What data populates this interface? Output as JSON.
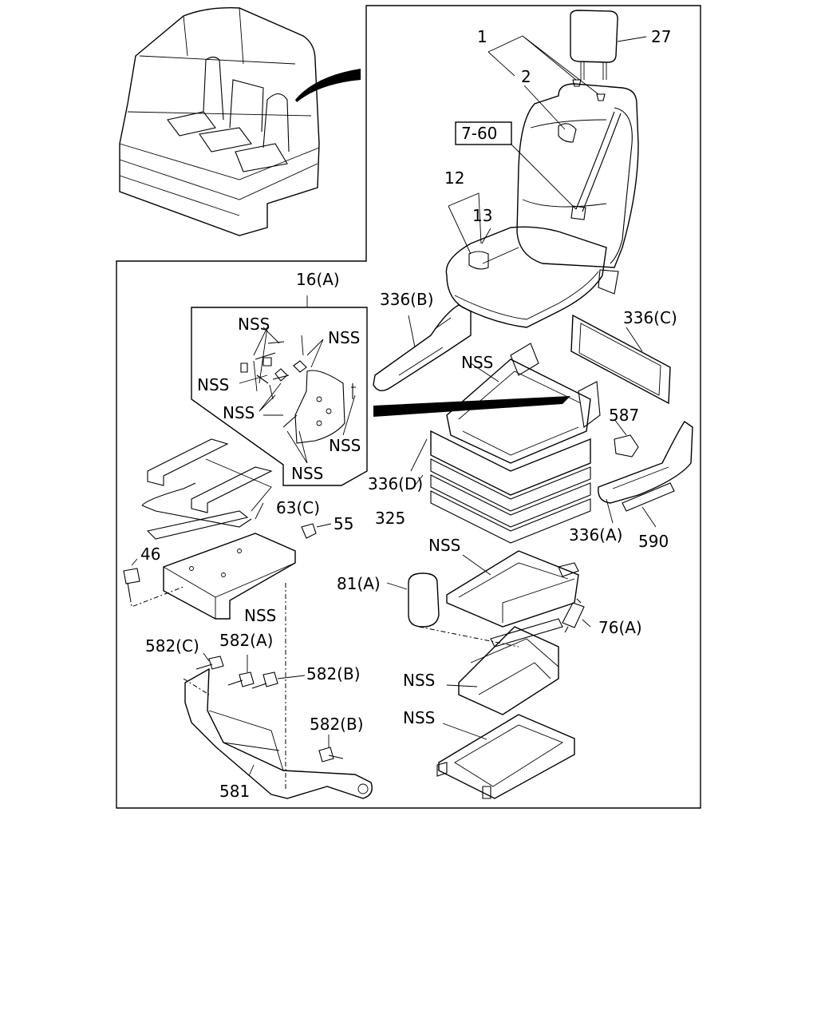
{
  "labels": {
    "p1": "1",
    "p2": "2",
    "p27": "27",
    "p760": "7-60",
    "p12": "12",
    "p13": "13",
    "p16a": "16(A)",
    "nss_k1": "NSS",
    "nss_k2": "NSS",
    "nss_k3": "NSS",
    "nss_k4": "NSS",
    "nss_k5": "NSS",
    "nss_k6": "NSS",
    "p336b": "336(B)",
    "p336c": "336(C)",
    "nss_frame": "NSS",
    "p587": "587",
    "p336d": "336(D)",
    "p325": "325",
    "p336a": "336(A)",
    "p590": "590",
    "p63c": "63(C)",
    "p55": "55",
    "p46": "46",
    "nss_base": "NSS",
    "nss_slide": "NSS",
    "p81a": "81(A)",
    "p76a": "76(A)",
    "p582c": "582(C)",
    "p582a": "582(A)",
    "p582b1": "582(B)",
    "p582b2": "582(B)",
    "nss_susp": "NSS",
    "nss_rail": "NSS",
    "p581": "581"
  }
}
